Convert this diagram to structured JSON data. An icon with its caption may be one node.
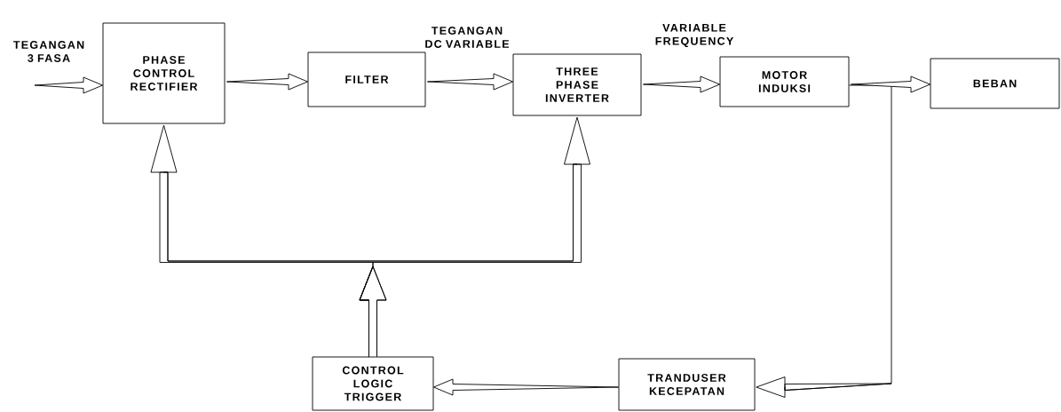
{
  "diagram": {
    "nodes": [
      {
        "text": [
          "PHASE CONTROL RECTIFIER"
        ]
      },
      {
        "text": [
          "FILTER"
        ]
      },
      {
        "text": [
          "THREE PHASE INVERTER"
        ]
      },
      {
        "text": [
          "MOTOR INDUKSI"
        ]
      },
      {
        "text": [
          "BEBAN"
        ]
      },
      {
        "text": [
          "TRANDUSER KECEPATAN"
        ]
      },
      {
        "text": [
          "CONTROL LOGIC TRIGGER"
        ]
      }
    ],
    "edges": [
      {
        "from": null,
        "to": 0,
        "arrow": "to",
        "label": "TEGANGAN 3 FASA"
      },
      {
        "from": 0,
        "to": 1,
        "arrow": "to"
      },
      {
        "from": 1,
        "to": 2,
        "arrow": "to",
        "label": "TEGANGAN DC VARIABLE"
      },
      {
        "from": 2,
        "to": 3,
        "arrow": "to",
        "label": "VARIABLE FREQUENCY"
      },
      {
        "from": 3,
        "to": 4,
        "arrow": "to"
      },
      {
        "from": 3,
        "to": 5,
        "arrow": "to"
      },
      {
        "from": 5,
        "to": 6,
        "arrow": "to"
      },
      {
        "from": 6,
        "to": 0,
        "arrow": "to"
      },
      {
        "from": 6,
        "to": 2,
        "arrow": "to"
      }
    ]
  }
}
